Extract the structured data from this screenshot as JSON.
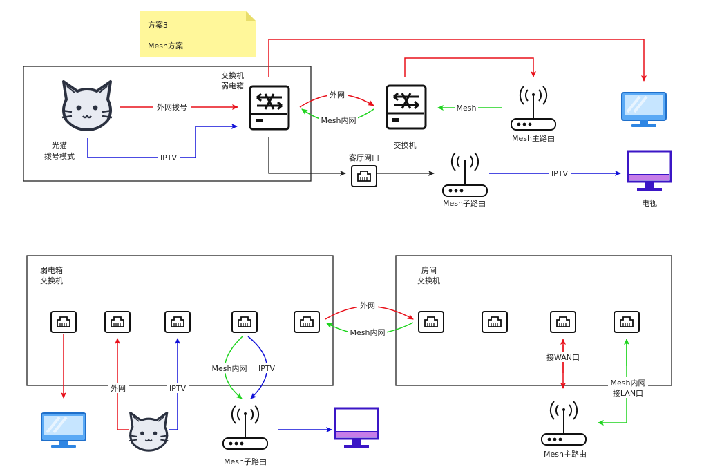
{
  "note": {
    "line1": "方案3",
    "line2": "Mesh方案"
  },
  "top": {
    "cat_label_1": "光猫",
    "cat_label_2": "拨号模式",
    "switch_weak_label_1": "交换机",
    "switch_weak_label_2": "弱电箱",
    "switch_label": "交换机",
    "mesh_main_label": "Mesh主路由",
    "mesh_sub_label": "Mesh子路由",
    "living_port_label": "客厅网口",
    "tv_label": "电视",
    "edge_wan": "外网拨号",
    "edge_iptv": "IPTV",
    "edge_ext": "外网",
    "edge_mesh_lan": "Mesh内网",
    "edge_mesh": "Mesh",
    "edge_iptv2": "IPTV"
  },
  "bottom": {
    "left_box_label_1": "弱电箱",
    "left_box_label_2": "交换机",
    "right_box_label_1": "房间",
    "right_box_label_2": "交换机",
    "edge_ext_left": "外网",
    "edge_iptv_left": "IPTV",
    "edge_mesh_lan_mid": "Mesh内网",
    "edge_iptv_mid": "IPTV",
    "edge_ext_link": "外网",
    "edge_mesh_link": "Mesh内网",
    "edge_wan_port": "接WAN口",
    "edge_lan_port_1": "Mesh内网",
    "edge_lan_port_2": "接LAN口",
    "mesh_sub_label": "Mesh子路由",
    "mesh_main_label": "Mesh主路由"
  },
  "colors": {
    "red": "#e8101a",
    "green": "#1fd41f",
    "blue": "#1010d8",
    "black": "#222222",
    "note_bg": "#fff79a",
    "monitor_blue": "#2f86e3",
    "tv_purple": "#3b16c6"
  }
}
